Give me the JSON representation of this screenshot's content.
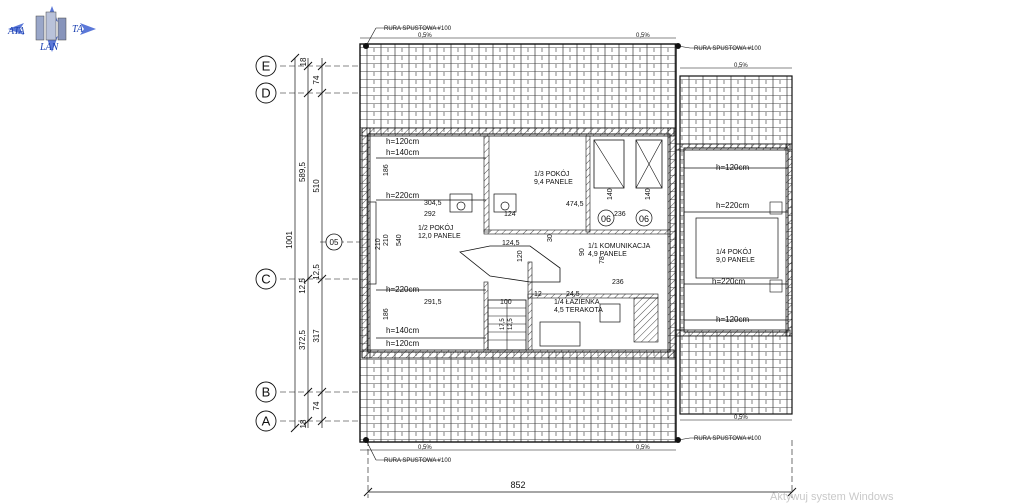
{
  "logo": {
    "word1": "ATA",
    "word2": "TA",
    "word3": "LAN"
  },
  "axes": {
    "E": "E",
    "D": "D",
    "C": "C",
    "B": "B",
    "A": "A",
    "axis5": "05"
  },
  "left_dims": [
    "18",
    "74",
    "589,5",
    "510",
    "1001",
    "12,5",
    "12,5",
    "372,5",
    "317",
    "74",
    "18"
  ],
  "bottom_dim": "852",
  "drain_labels": [
    "RURA SPUSTOWA #100",
    "RURA SPUSTOWA #100",
    "RURA SPUSTOWA #100",
    "RURA SPUSTOWA #100"
  ],
  "slopes": [
    "0,5%",
    "0,5%",
    "0,5%",
    "0,5%",
    "0,5%",
    "0,5%"
  ],
  "heights": {
    "h120a": "h=120cm",
    "h140a": "h=140cm",
    "h220a": "h=220cm",
    "h220b": "h=220cm",
    "h140b": "h=140cm",
    "h120b": "h=120cm",
    "r120a": "h=120cm",
    "r220a": "h=220cm",
    "r220b": "h=220cm",
    "r120b": "h=120cm"
  },
  "rooms": [
    {
      "id": "1/3",
      "line1": "1/3 POKÓJ",
      "line2": "9,4 PANELE"
    },
    {
      "id": "1/2",
      "line1": "1/2 POKÓJ",
      "line2": "12,0 PANELE"
    },
    {
      "id": "1/1",
      "line1": "1/1 KOMUNIKACJA",
      "line2": "4,9 PANELE"
    },
    {
      "id": "1/4a",
      "line1": "1/4 ŁAZIENKA",
      "line2": "4,5 TERAKOTA"
    },
    {
      "id": "1/4b",
      "line1": "1/4 POKÓJ",
      "line2": "9,0 PANELE"
    }
  ],
  "inner_dims": [
    "304,5",
    "292",
    "124",
    "474,5",
    "124,5",
    "236",
    "236",
    "291,5",
    "100",
    "186",
    "186",
    "210",
    "210",
    "540",
    "120",
    "30",
    "90",
    "12",
    "24,5",
    "17,5",
    "12,5",
    "78",
    "140",
    "140"
  ],
  "tags": {
    "t06a": "06",
    "t06b": "06"
  },
  "watermark": "Aktywuj system Windows"
}
